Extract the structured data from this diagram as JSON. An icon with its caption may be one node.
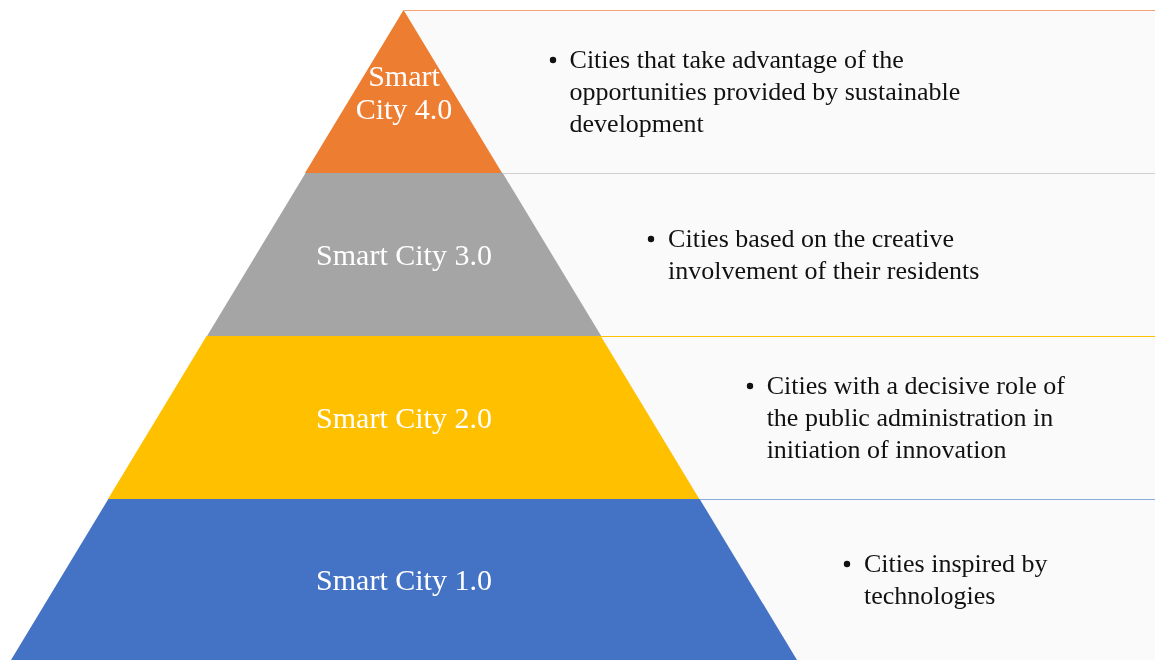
{
  "diagram": {
    "nodes": [
      {
        "text": [
          "Smart City 4.0"
        ]
      },
      {
        "text": [
          "Smart City 3.0"
        ]
      },
      {
        "text": [
          "Smart City 2.0"
        ]
      },
      {
        "text": [
          "Smart City 1.0"
        ]
      },
      {
        "text": [
          "Cities that take advantage of the opportunities provided by sustainable development"
        ]
      },
      {
        "text": [
          "Cities based on the creative involvement of their residents"
        ]
      },
      {
        "text": [
          "Cities with a decisive role of the public administration in initiation of innovation"
        ]
      },
      {
        "text": [
          "Cities inspired by technologies"
        ]
      }
    ]
  }
}
